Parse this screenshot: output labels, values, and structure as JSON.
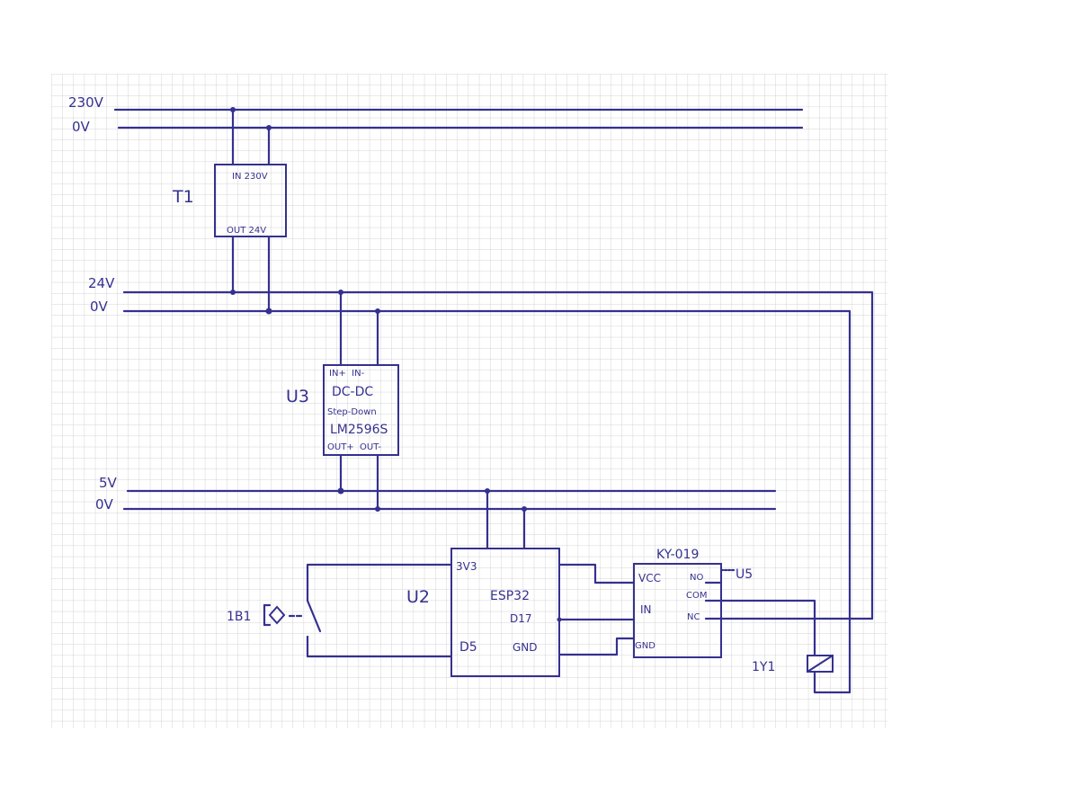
{
  "rails": {
    "mains_live": "230V",
    "mains_neutral": "0V",
    "dc24_pos": "24V",
    "dc24_neg": "0V",
    "dc5_pos": "5V",
    "dc5_neg": "0V"
  },
  "transformer": {
    "tag": "T1",
    "in_label": "IN 230V",
    "out_label": "OUT 24V"
  },
  "converter": {
    "tag": "U3",
    "pins_top": "IN+  IN-",
    "line1": "DC-DC",
    "line2": "Step-Down",
    "line3": "LM2596S",
    "pins_bottom": "OUT+  OUT-"
  },
  "esp32": {
    "tag": "U2",
    "name": "ESP32",
    "pin_3v3": "3V3",
    "pin_d17": "D17",
    "pin_d5": "D5",
    "pin_gnd": "GND"
  },
  "relay": {
    "tag": "U5",
    "name": "KY-019",
    "pin_vcc": "VCC",
    "pin_in": "IN",
    "pin_gnd": "GND",
    "pin_no": "NO",
    "pin_com": "COM",
    "pin_nc": "NC"
  },
  "sensor": {
    "tag": "1B1"
  },
  "coil": {
    "tag": "1Y1"
  },
  "colors": {
    "ink": "#35318f",
    "grid": "#d4d4d4",
    "paper": "#ffffff"
  }
}
